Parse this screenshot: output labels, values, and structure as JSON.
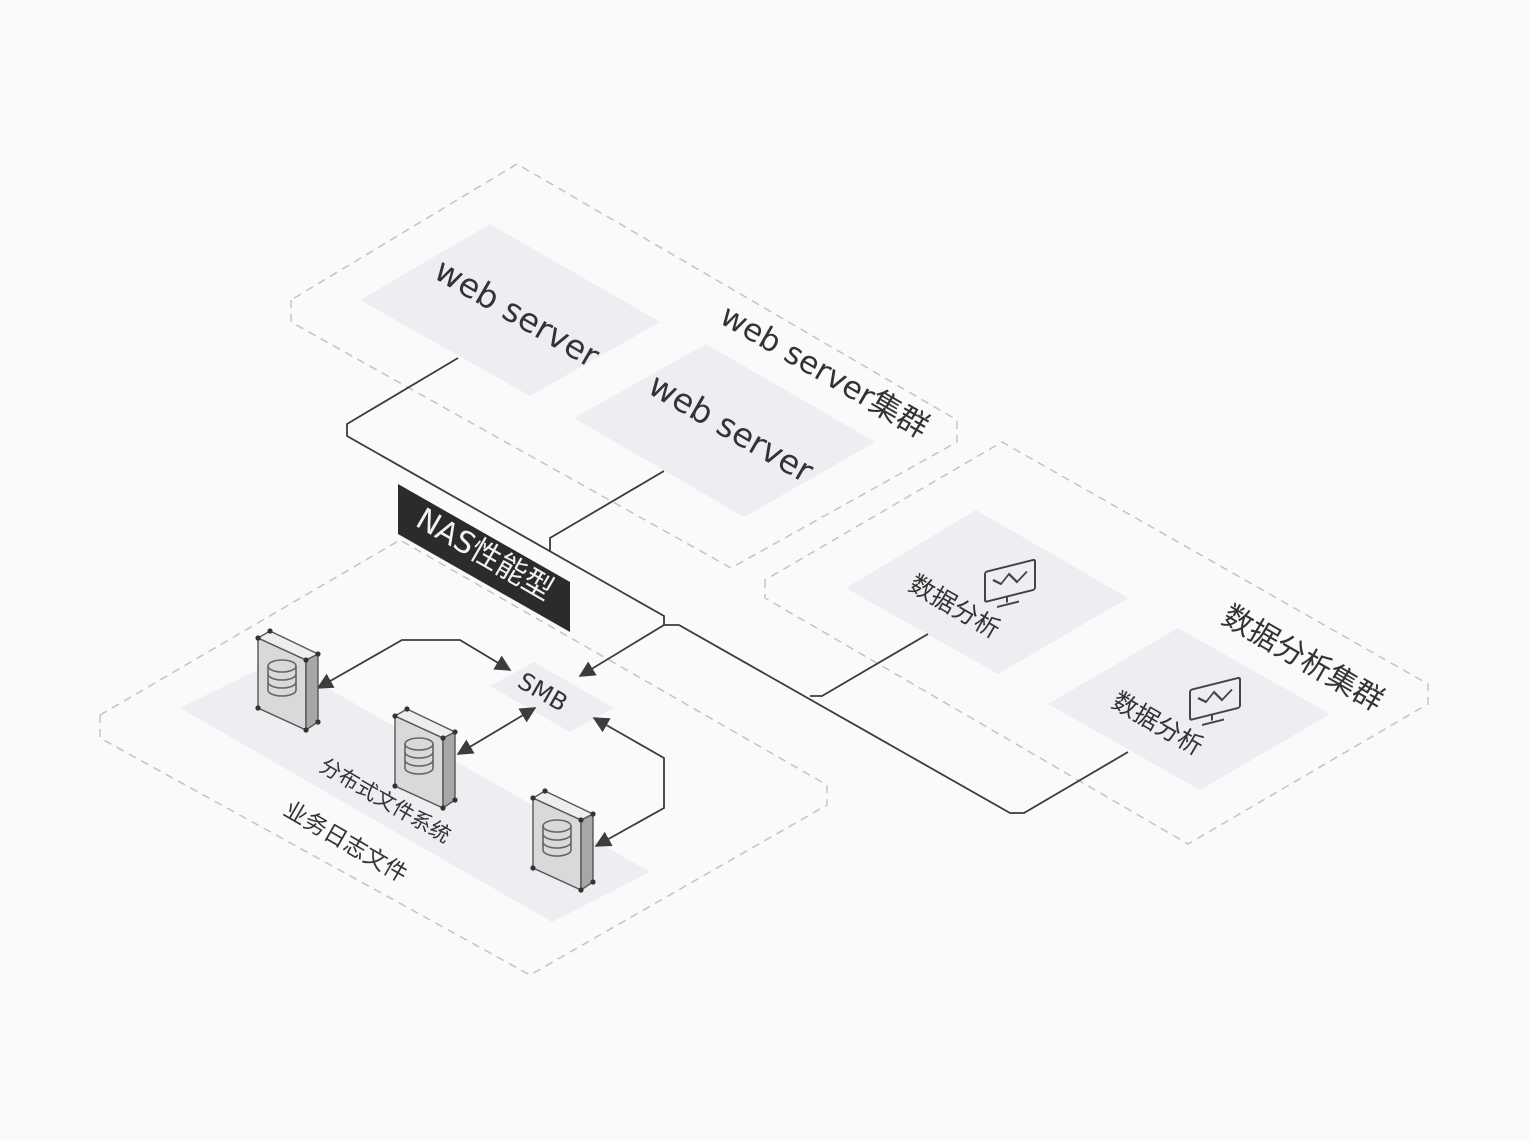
{
  "clusters": {
    "web": {
      "label": "web server集群",
      "servers": [
        {
          "label": "web server"
        },
        {
          "label": "web server"
        }
      ]
    },
    "analysis": {
      "label": "数据分析集群",
      "nodes": [
        {
          "label": "数据分析",
          "icon": "monitor-chart-icon"
        },
        {
          "label": "数据分析",
          "icon": "monitor-chart-icon"
        }
      ]
    },
    "storage": {
      "label": "业务日志文件",
      "subtitle": "分布式文件系统",
      "disks": [
        {
          "icon": "storage-server-icon"
        },
        {
          "icon": "storage-server-icon"
        },
        {
          "icon": "storage-server-icon"
        }
      ]
    }
  },
  "nas": {
    "label": "NAS性能型"
  },
  "protocol": {
    "label": "SMB"
  },
  "colors": {
    "pad": "#eceef1",
    "wire": "#3c3c3c",
    "badge": "#2b2b2b",
    "zone_border": "#c4c4c4"
  }
}
